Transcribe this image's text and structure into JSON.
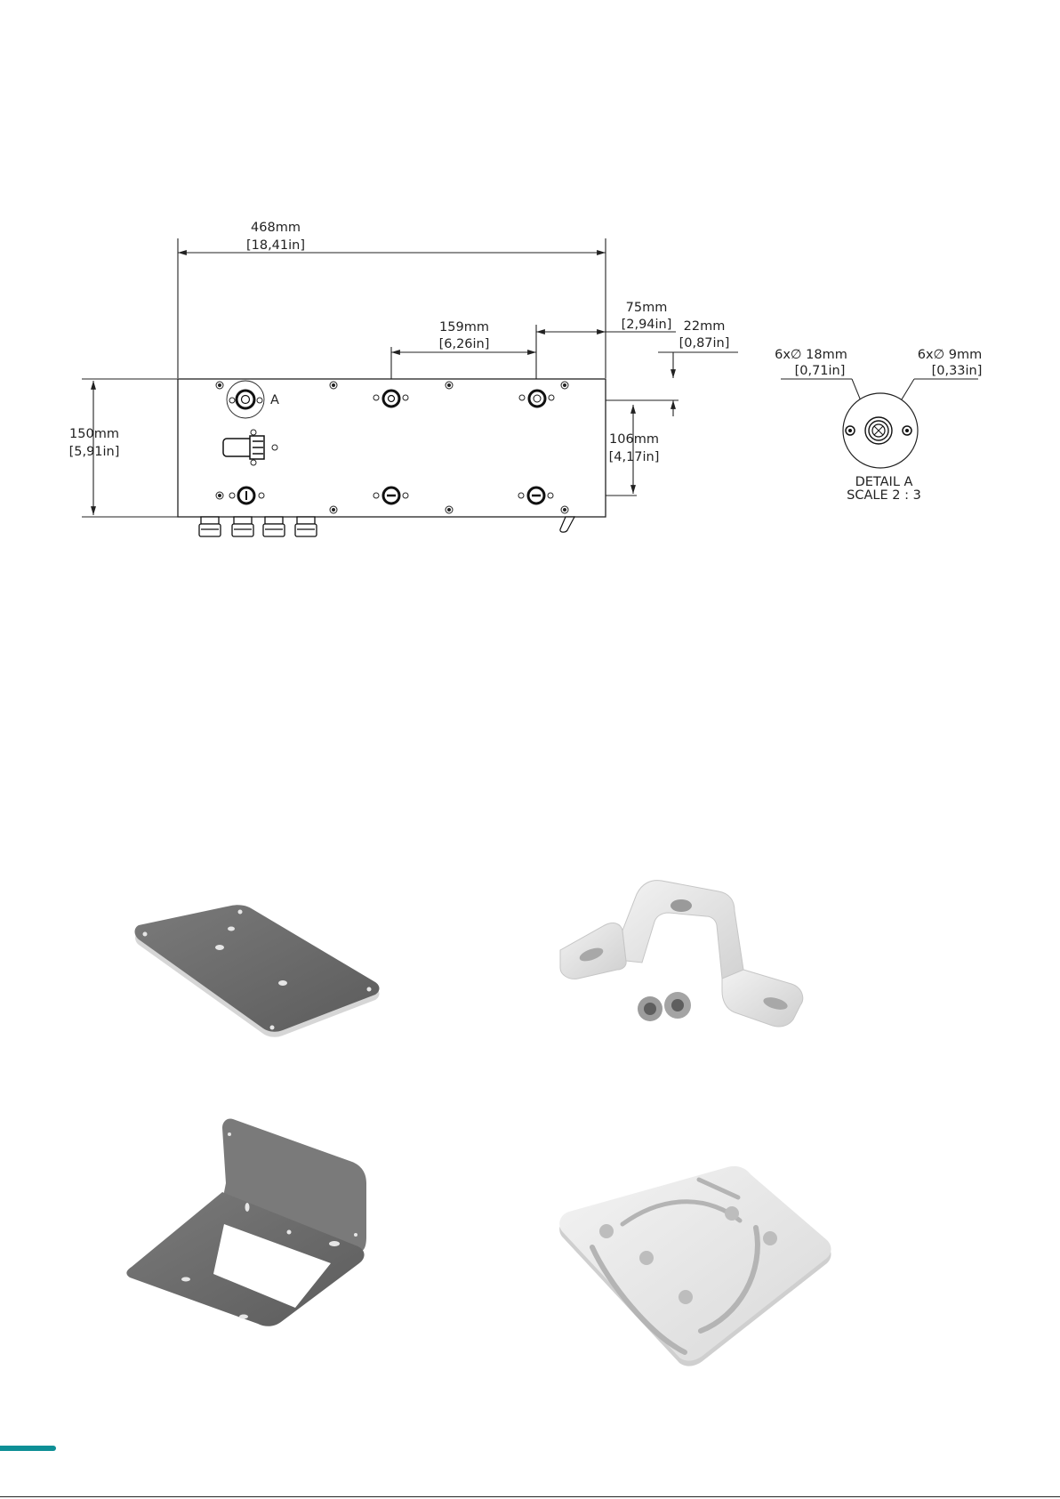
{
  "dimensions": {
    "overall_width_mm": "468mm",
    "overall_width_in": "[18,41in]",
    "spacing_159_mm": "159mm",
    "spacing_159_in": "[6,26in]",
    "offset_75_mm": "75mm",
    "offset_75_in": "[2,94in]",
    "offset_22_mm": "22mm",
    "offset_22_in": "[0,87in]",
    "height_150_mm": "150mm",
    "height_150_in": "[5,91in]",
    "spacing_106_mm": "106mm",
    "spacing_106_in": "[4,17in]",
    "detail_callout": "A"
  },
  "detail": {
    "outer_hole_label": "6x∅ 18mm",
    "outer_hole_in": "[0,71in]",
    "inner_hole_label": "6x∅ 9mm",
    "inner_hole_in": "[0,33in]",
    "title": "DETAIL A",
    "scale": "SCALE 2 : 3"
  },
  "colors": {
    "accent": "#0e8f96",
    "dark_metal": "#6b6b6b",
    "light_metal": "#e8e8e8"
  }
}
